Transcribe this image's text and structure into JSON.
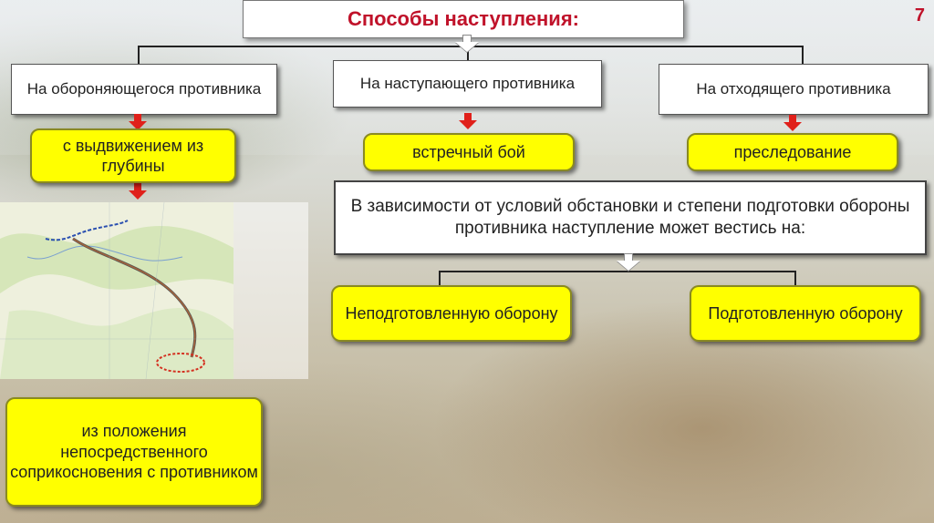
{
  "slide": {
    "page_number": "7",
    "title": "Способы наступления:",
    "categories": [
      "На обороняющегося противника",
      "На наступающего противника",
      "На отходящего противника"
    ],
    "methods": {
      "defending": "с выдвижением из глубины",
      "defending_contact": "из положения непосредственного соприкосновения с противником",
      "attacking": "встречный бой",
      "retreating": "преследование"
    },
    "condition_text": "В зависимости от условий обстановки и степени подготовки обороны противника наступление может вестись на:",
    "defense_types": [
      "Неподготовленную оборону",
      "Подготовленную оборону"
    ]
  },
  "colors": {
    "title_red": "#c0122a",
    "box_yellow": "#ffff00",
    "arrow_red": "#e0201a"
  }
}
